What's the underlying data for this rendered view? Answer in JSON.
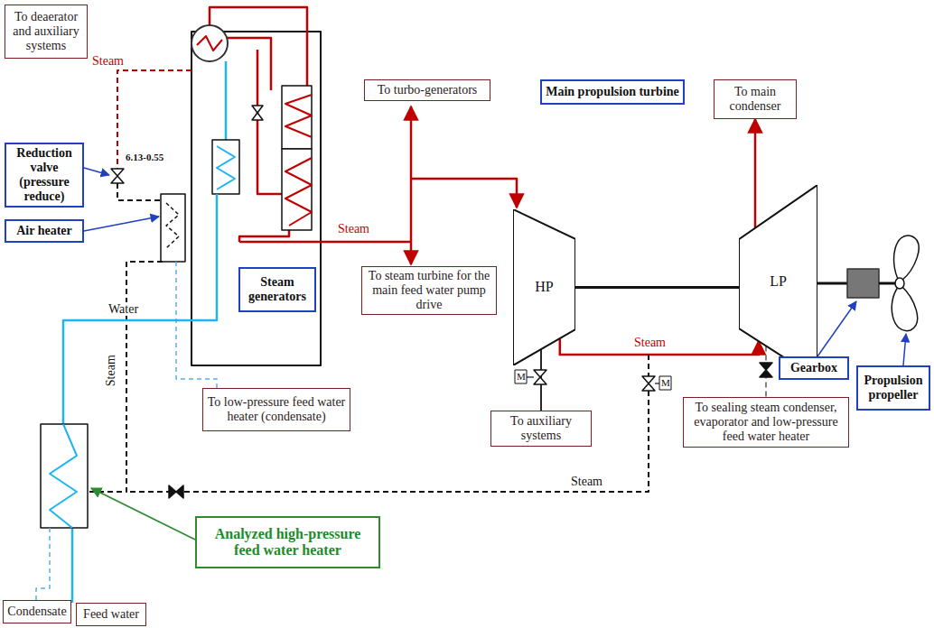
{
  "diagram": {
    "nodes": [
      {
        "text": [
          "To deaerator and auxiliary systems"
        ]
      },
      {
        "text": [
          "Reduction valve (pressure reduce)"
        ]
      },
      {
        "text": [
          "Air heater"
        ]
      },
      {
        "text": [
          "Steam generators"
        ]
      },
      {
        "text": [
          "To turbo-generators"
        ]
      },
      {
        "text": [
          "Main propulsion turbine"
        ]
      },
      {
        "text": [
          "To main condenser"
        ]
      },
      {
        "text": [
          "HP"
        ]
      },
      {
        "text": [
          "LP"
        ]
      },
      {
        "text": [
          "To steam turbine for the main feed water pump drive"
        ]
      },
      {
        "text": [
          "Gearbox"
        ]
      },
      {
        "text": [
          "Propulsion propeller"
        ]
      },
      {
        "text": [
          "To auxiliary systems"
        ]
      },
      {
        "text": [
          "To low-pressure feed water heater (condensate)"
        ]
      },
      {
        "text": [
          "To sealing steam condenser, evaporator and low-pressure feed water heater"
        ]
      },
      {
        "text": [
          "Analyzed high-pressure feed water heater"
        ]
      },
      {
        "text": [
          "Condensate"
        ]
      },
      {
        "text": [
          "Feed water"
        ]
      }
    ],
    "edges": [
      {
        "from": 7,
        "to": 8,
        "arrow": "none"
      },
      {
        "from": 7,
        "to": 8,
        "arrow": "to",
        "label": "Steam"
      },
      {
        "from": 8,
        "to": 6,
        "arrow": "to"
      },
      {
        "from": 7,
        "to": 12,
        "arrow": "none"
      },
      {
        "from": 8,
        "to": 14,
        "arrow": "none"
      }
    ],
    "labels": [
      "Steam",
      "6.13-0.55",
      "Steam",
      "Steam",
      "Water",
      "M",
      "M",
      "Steam"
    ]
  }
}
